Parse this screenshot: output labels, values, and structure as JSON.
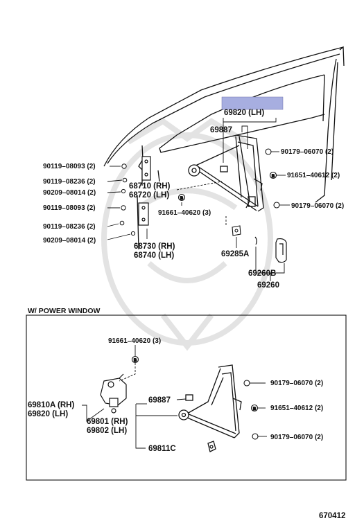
{
  "highlight_color": "#a7aee0",
  "watermark_color": "#e3e3e3",
  "upper": {
    "p69820_lh": "69820   (LH)",
    "p69887": "69887",
    "p90119_08093_a": "90119–08093 (2)",
    "p90119_08236_a": "90119–08236 (2)",
    "p90209_08014_a": "90209–08014 (2)",
    "p68710": "68710 (RH)",
    "p68720": "68720 (LH)",
    "p90119_08093_b": "90119–08093 (2)",
    "p90119_08236_b": "90119–08236 (2)",
    "p90209_08014_b": "90209–08014 (2)",
    "p68730": "68730 (RH)",
    "p68740": "68740 (LH)",
    "p91661_40620": "91661–40620 (3)",
    "p90179_06070_a": "90179–06070 (2)",
    "p91651_40612": "91651–40612 (2)",
    "p90179_06070_b": "90179–06070 (2)",
    "p69285a": "69285A",
    "p69260b": "69260B",
    "p69260": "69260"
  },
  "power_window": {
    "title": "W/ POWER WINDOW",
    "p91661_40620": "91661–40620 (3)",
    "p69810a": "69810A (RH)",
    "p69820": "69820   (LH)",
    "p69801": "69801 (RH)",
    "p69802": "69802 (LH)",
    "p69887": "69887",
    "p69811c": "69811C",
    "p90179_06070_a": "90179–06070 (2)",
    "p91651_40612": "91651–40612 (2)",
    "p90179_06070_b": "90179–06070 (2)"
  },
  "footer": {
    "diagram_id": "670412"
  }
}
